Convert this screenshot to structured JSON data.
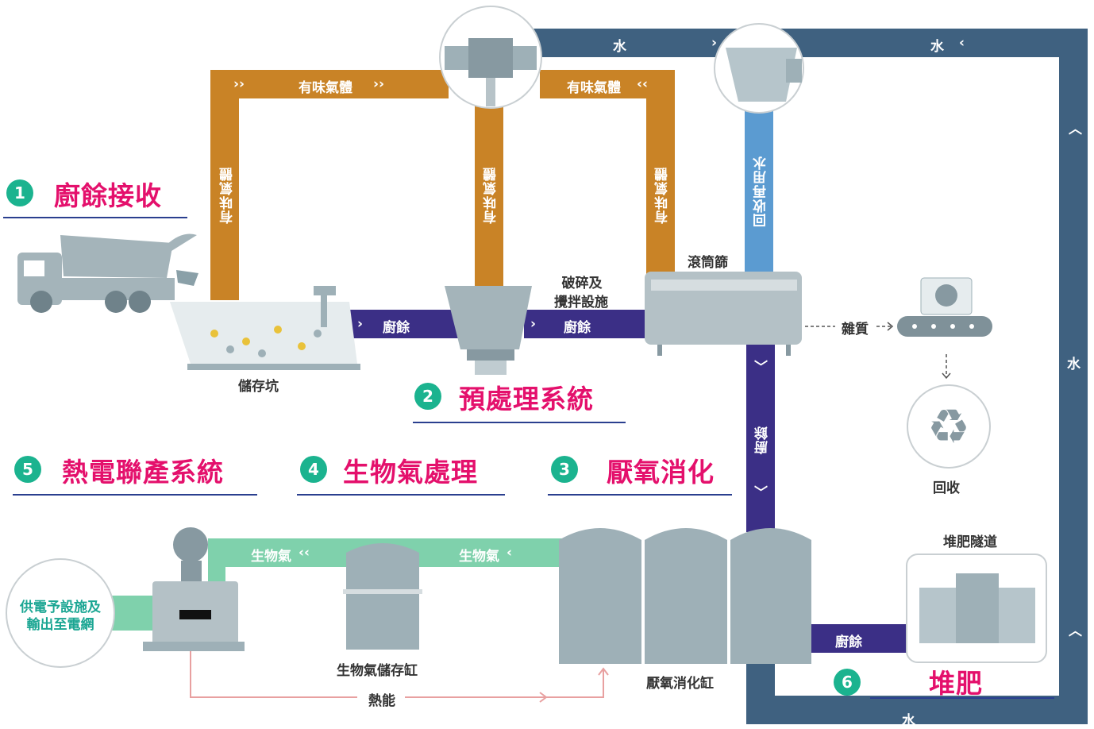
{
  "steps": [
    {
      "num": "1",
      "title": "廚餘接收"
    },
    {
      "num": "2",
      "title": "預處理系統"
    },
    {
      "num": "3",
      "title": "厭氧消化"
    },
    {
      "num": "4",
      "title": "生物氣處理"
    },
    {
      "num": "5",
      "title": "熱電聯產系統"
    },
    {
      "num": "6",
      "title": "堆肥"
    }
  ],
  "flows": {
    "odour": "有味氣體",
    "food_waste": "廚餘",
    "water": "水",
    "recycled_water": "回收再用水",
    "biogas": "生物氣",
    "heat": "熱能",
    "impurities": "雜質"
  },
  "equipment": {
    "storage_pit": "儲存坑",
    "crushing_line1": "破碎及",
    "crushing_line2": "攪拌設施",
    "drum_screen": "滾筒篩",
    "recycle": "回收",
    "compost_tunnel": "堆肥隧道",
    "biogas_tank": "生物氣儲存缸",
    "digester": "厭氧消化缸",
    "power_line1": "供電予設施及",
    "power_line2": "輸出至電網"
  },
  "colors": {
    "odour_pipe": "#c98326",
    "food_waste_pipe": "#3b2f86",
    "water_pipe": "#3f6180",
    "recycled_water_pipe": "#5b9bd1",
    "biogas_pipe": "#7fd1ac",
    "heat_line": "#e8a0a0",
    "step_title": "#e4106c",
    "step_badge": "#1bb38f",
    "equipment": "#95a8b0"
  }
}
